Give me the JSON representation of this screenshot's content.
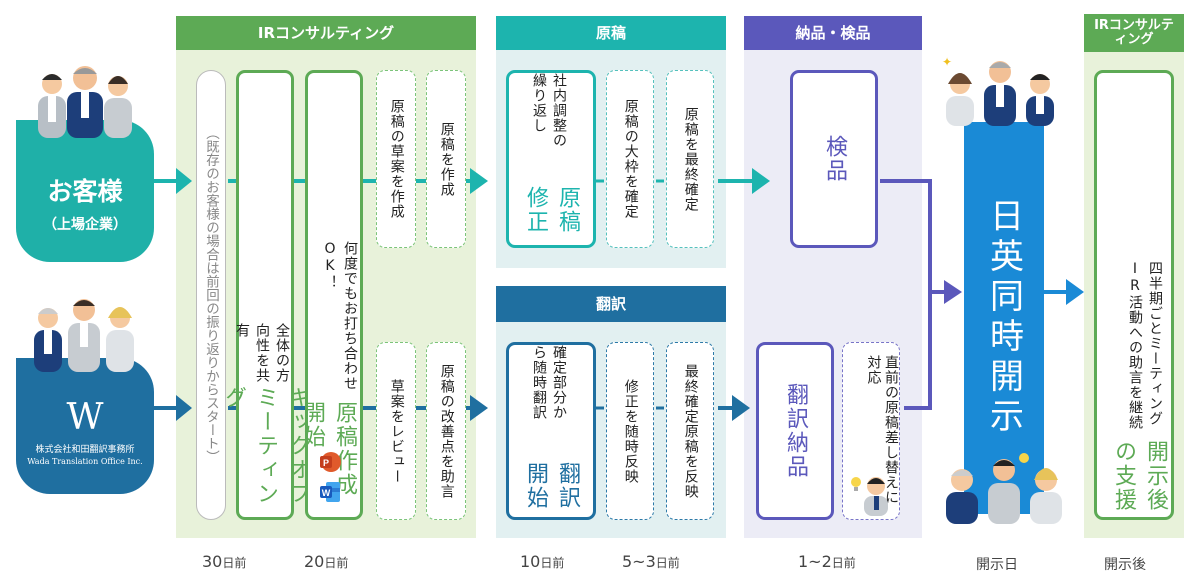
{
  "sections": {
    "kickoff_header": "IRコンサルティング",
    "draft_header": "原稿",
    "translation_header": "翻訳",
    "delivery_header": "納品・検品",
    "after_header": "IRコンサルティング"
  },
  "clients": {
    "customer_title": "お客様",
    "customer_sub": "（上場企業）",
    "company_name": "株式会社和田翻訳事務所",
    "company_name_en": "Wada Translation Office Inc.",
    "logo_letter": "W"
  },
  "steps": {
    "restart_note": "（既存のお客様の場合は前回の振り返りからスタート）",
    "kickoff_title": "キックオフミーティング",
    "kickoff_sub": "全体の方向性を共有",
    "draft_start_title": "原稿作成開始",
    "draft_start_sub": "何度でもお打ち合わせOK！",
    "draft_outline": "原稿の草案を作成",
    "draft_create": "原稿を作成",
    "draft_review": "草案をレビュー",
    "draft_advise": "原稿の改善点を助言",
    "revision_title": "原稿修正",
    "revision_sub": "社内調整の繰り返し",
    "framework_fix": "原稿の大枠を確定",
    "final_fix": "原稿を最終確定",
    "translation_title": "翻訳開始",
    "translation_sub": "確定部分から随時翻訳",
    "reflect_changes": "修正を随時反映",
    "reflect_final": "最終確定原稿を反映",
    "inspection": "検品",
    "translation_delivery": "翻訳納品",
    "last_minute": "直前の原稿差し替えに対応",
    "simultaneous": "日英同時開示",
    "after_title": "開示後の支援",
    "after_sub": "四半期ごとミーティングIR活動への助言を継続"
  },
  "timeline": {
    "t1_num": "30",
    "t1_unit": "日前",
    "t2_num": "20",
    "t2_unit": "日前",
    "t3_num": "10",
    "t3_unit": "日前",
    "t4_num": "5~3",
    "t4_unit": "日前",
    "t5_num": "1~2",
    "t5_unit": "日前",
    "t6": "開示日",
    "t7": "開示後"
  },
  "colors": {
    "green": "#5daa55",
    "teal": "#1db4ae",
    "navy": "#1f6fa0",
    "purple": "#5b58bb",
    "blue": "#1a8ad6"
  },
  "icons": [
    "powerpoint-icon",
    "word-icon",
    "business-people-illustration",
    "lightbulb-person-icon"
  ]
}
